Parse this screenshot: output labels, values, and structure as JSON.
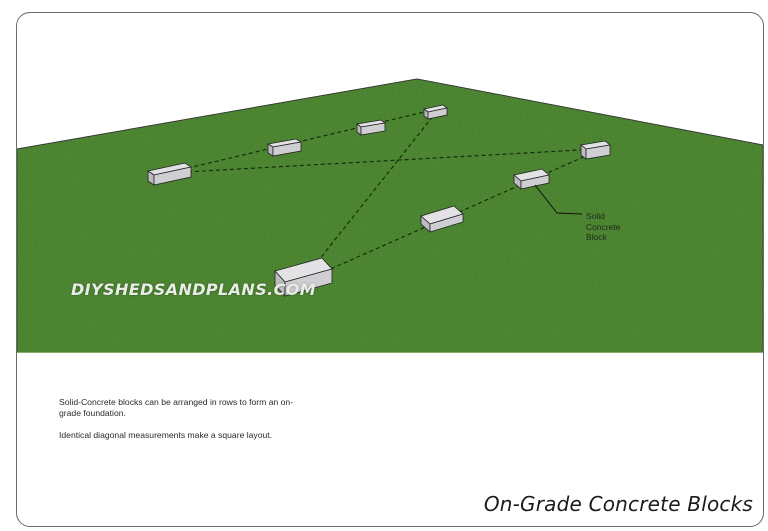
{
  "diagram": {
    "title": "On-Grade Concrete Blocks",
    "watermark": "DIYSHEDSANDPLANS.COM",
    "callout": {
      "lines": [
        "Solid",
        "Concrete",
        "Block"
      ]
    },
    "caption": {
      "paragraph_1": "Solid-Concrete blocks can be arranged in rows to form an on-grade foundation.",
      "paragraph_2": "Identical diagonal measurements make a square layout."
    },
    "colors": {
      "grass": "#3f7a25",
      "grass_dark": "#2f6219",
      "block_top": "#d9d9dc",
      "block_side": "#b9b9bd",
      "dashed_line": "#1c3a10",
      "frame_border": "#6b6b6b"
    }
  }
}
